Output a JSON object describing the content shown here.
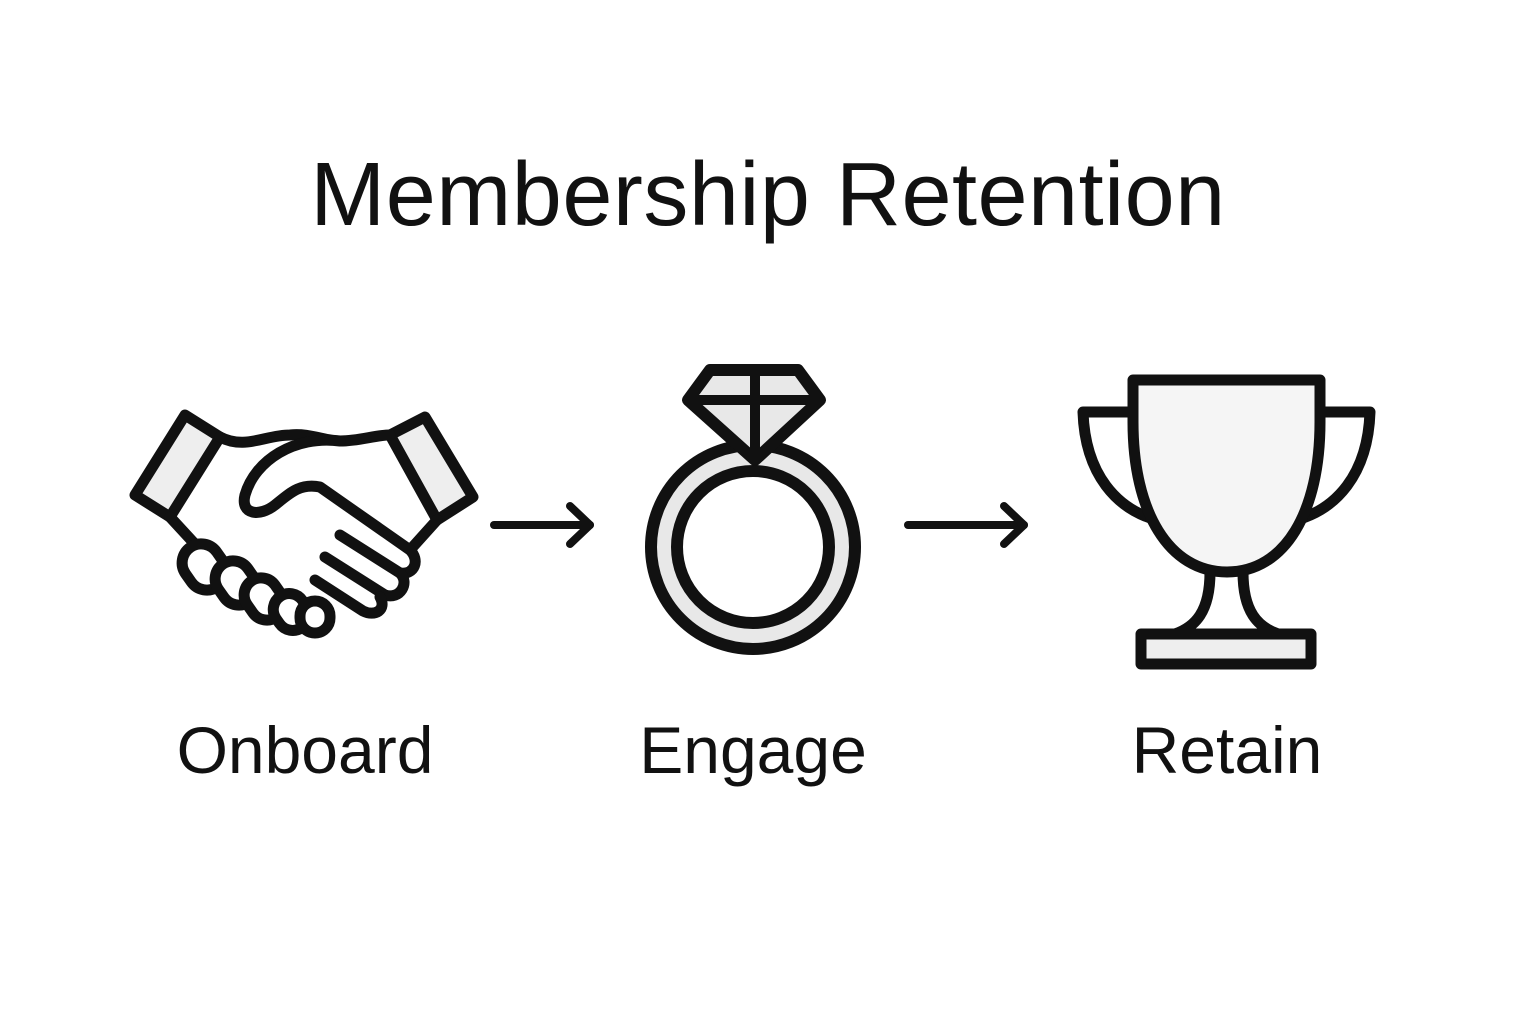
{
  "title": "Membership Retention",
  "steps": [
    {
      "label": "Onboard",
      "icon": "handshake-icon"
    },
    {
      "label": "Engage",
      "icon": "diamond-ring-icon"
    },
    {
      "label": "Retain",
      "icon": "trophy-icon"
    }
  ],
  "connectors": [
    {
      "icon": "arrow-right-icon",
      "from": "Onboard",
      "to": "Engage"
    },
    {
      "icon": "arrow-right-icon",
      "from": "Engage",
      "to": "Retain"
    }
  ],
  "colors": {
    "stroke": "#111111",
    "fill": "#eeeeee",
    "background": "#ffffff"
  }
}
